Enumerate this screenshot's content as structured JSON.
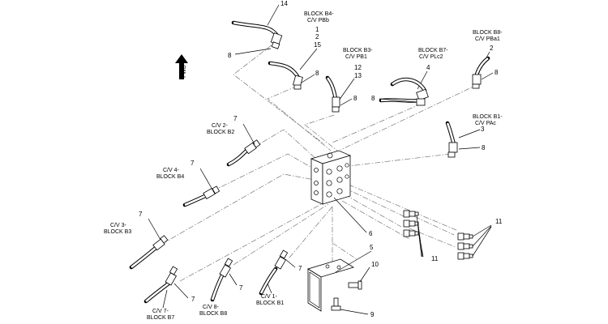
{
  "direction_label": "FWD",
  "block_labels": {
    "b4_pbb": [
      "BLOCK B4-",
      "C/V PBb"
    ],
    "b3_pb1": [
      "BLOCK B3-",
      "C/V PB1"
    ],
    "b7_plc2": [
      "BLOCK B7-",
      "C/V PLc2"
    ],
    "b8_pba1": [
      "BLOCK B8-",
      "C/V PBa1"
    ],
    "b1_pac": [
      "BLOCK B1-",
      "C/V PAc"
    ],
    "cv2_b2": [
      "C/V 2-",
      "BLOCK B2"
    ],
    "cv4_b4": [
      "C/V 4-",
      "BLOCK B4"
    ],
    "cv3_b3": [
      "C/V 3-",
      "BLOCK B3"
    ],
    "cv7_b7": [
      "C/V 7-",
      "BLOCK B7"
    ],
    "cv8_b8": [
      "C/V 8-",
      "BLOCK B8"
    ],
    "cv1_b1": [
      "C/V 1-",
      "BLOCK B1"
    ]
  },
  "item_numbers": {
    "hose_14": "14",
    "b4_1": "1",
    "b4_2": "2",
    "b4_15": "15",
    "b4_elbow_8": "8",
    "b4_hose_8": "8",
    "b3_12": "12",
    "b3_13": "13",
    "b3_8": "8",
    "b7_4": "4",
    "b7_8": "8",
    "b8_2": "2",
    "b8_8": "8",
    "b1_3": "3",
    "b1_8": "8",
    "cv2_7": "7",
    "cv4_7": "7",
    "cv3_7": "7",
    "cv7_7": "7",
    "cv8_7": "7",
    "cv1_7": "7",
    "block_6": "6",
    "bracket_5": "5",
    "bolt_10": "10",
    "screw_9": "9",
    "fittings_11_left": "11",
    "fittings_11_right": "11"
  }
}
